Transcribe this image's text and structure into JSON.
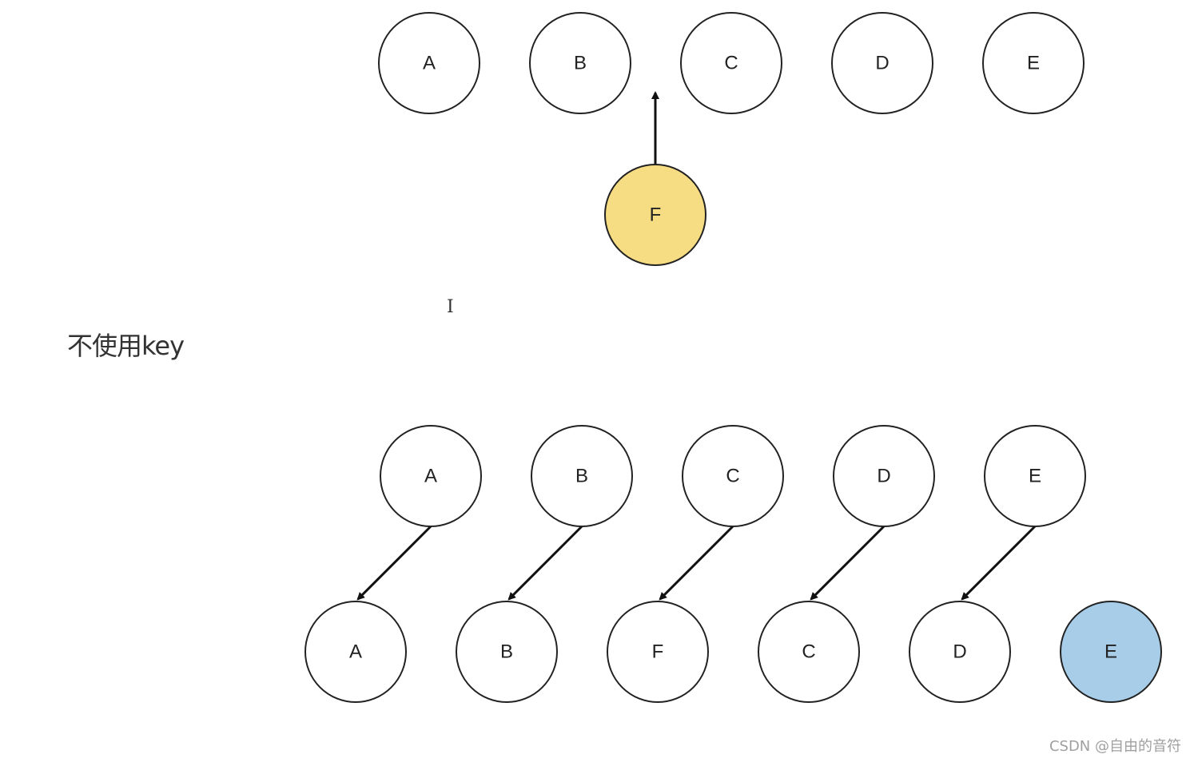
{
  "section_title": "不使用key",
  "watermark": "CSDN @自由的音符",
  "colors": {
    "node_fill": "#ffffff",
    "node_stroke": "#222222",
    "inserted_node_fill": "#f6dc82",
    "reused_tail_node_fill": "#a7cde9",
    "arrow": "#111111"
  },
  "top_diagram": {
    "row_nodes": [
      "A",
      "B",
      "C",
      "D",
      "E"
    ],
    "inserted_node": "F",
    "inserted_between": [
      "B",
      "C"
    ]
  },
  "bottom_diagram": {
    "old_row": [
      "A",
      "B",
      "C",
      "D",
      "E"
    ],
    "new_row": [
      "A",
      "B",
      "F",
      "C",
      "D",
      "E"
    ],
    "edges": [
      {
        "from": "A",
        "to": "A"
      },
      {
        "from": "B",
        "to": "B"
      },
      {
        "from": "C",
        "to": "F"
      },
      {
        "from": "D",
        "to": "C"
      },
      {
        "from": "E",
        "to": "D"
      }
    ],
    "highlighted_new_node": "E"
  }
}
